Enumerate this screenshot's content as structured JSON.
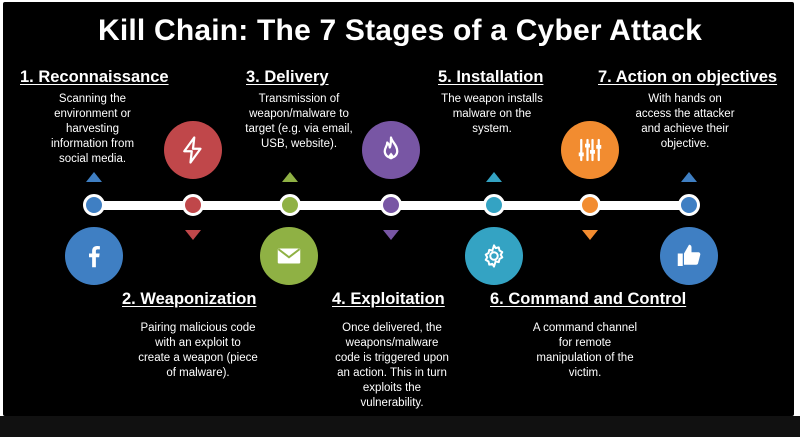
{
  "title": "Kill Chain: The 7 Stages of a Cyber Attack",
  "stages": [
    {
      "title": "1. Reconnaissance",
      "desc": "Scanning the environment or harvesting information from social media.",
      "color": "#3f7fc3",
      "icon": "facebook-icon"
    },
    {
      "title": "2. Weaponization",
      "desc": "Pairing malicious code with an exploit to create a weapon (piece of malware).",
      "color": "#c0474a",
      "icon": "lightning-icon"
    },
    {
      "title": "3. Delivery",
      "desc": "Transmission of weapon/malware to target (e.g. via email, USB, website).",
      "color": "#8fb144",
      "icon": "envelope-icon"
    },
    {
      "title": "4. Exploitation",
      "desc": "Once delivered, the weapons/malware code is triggered upon an action. This in turn exploits the vulnerability.",
      "color": "#7856a4",
      "icon": "flame-icon"
    },
    {
      "title": "5. Installation",
      "desc": "The weapon installs malware on the system.",
      "color": "#34a3c3",
      "icon": "gear-icon"
    },
    {
      "title": "6. Command and Control",
      "desc": "A command channel for remote manipulation of the victim.",
      "color": "#f28c30",
      "icon": "sliders-icon"
    },
    {
      "title": "7. Action on objectives",
      "desc": "With hands on access the attacker and achieve their objective.",
      "color": "#3f7fc3",
      "icon": "thumbs-up-icon"
    }
  ]
}
